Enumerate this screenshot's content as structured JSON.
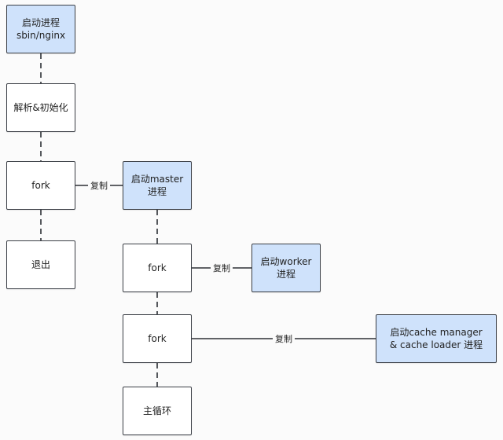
{
  "nodes": {
    "start_nginx": {
      "text": "启动进程\nsbin/nginx",
      "highlight": true
    },
    "parse_init": {
      "text": "解析&初始化",
      "highlight": false
    },
    "fork1": {
      "text": "fork",
      "highlight": false
    },
    "exit": {
      "text": "退出",
      "highlight": false
    },
    "start_master": {
      "text": "启动master\n进程",
      "highlight": true
    },
    "fork2": {
      "text": "fork",
      "highlight": false
    },
    "start_worker": {
      "text": "启动worker\n进程",
      "highlight": true
    },
    "fork3": {
      "text": "fork",
      "highlight": false
    },
    "start_cache": {
      "text": "启动cache manager\n& cache loader 进程",
      "highlight": true
    },
    "main_loop": {
      "text": "主循环",
      "highlight": false
    }
  },
  "edges": [
    {
      "from": "start_nginx",
      "to": "parse_init",
      "style": "dashed",
      "label": ""
    },
    {
      "from": "parse_init",
      "to": "fork1",
      "style": "dashed",
      "label": ""
    },
    {
      "from": "fork1",
      "to": "exit",
      "style": "dashed",
      "label": ""
    },
    {
      "from": "fork1",
      "to": "start_master",
      "style": "solid",
      "label": "复制"
    },
    {
      "from": "start_master",
      "to": "fork2",
      "style": "dashed",
      "label": ""
    },
    {
      "from": "fork2",
      "to": "start_worker",
      "style": "solid",
      "label": "复制"
    },
    {
      "from": "fork2",
      "to": "fork3",
      "style": "dashed",
      "label": ""
    },
    {
      "from": "fork3",
      "to": "start_cache",
      "style": "solid",
      "label": "复制"
    },
    {
      "from": "fork3",
      "to": "main_loop",
      "style": "dashed",
      "label": ""
    }
  ],
  "colors": {
    "highlight_fill": "#cfe2fb",
    "node_fill": "#ffffff",
    "stroke": "#3b3f46"
  }
}
